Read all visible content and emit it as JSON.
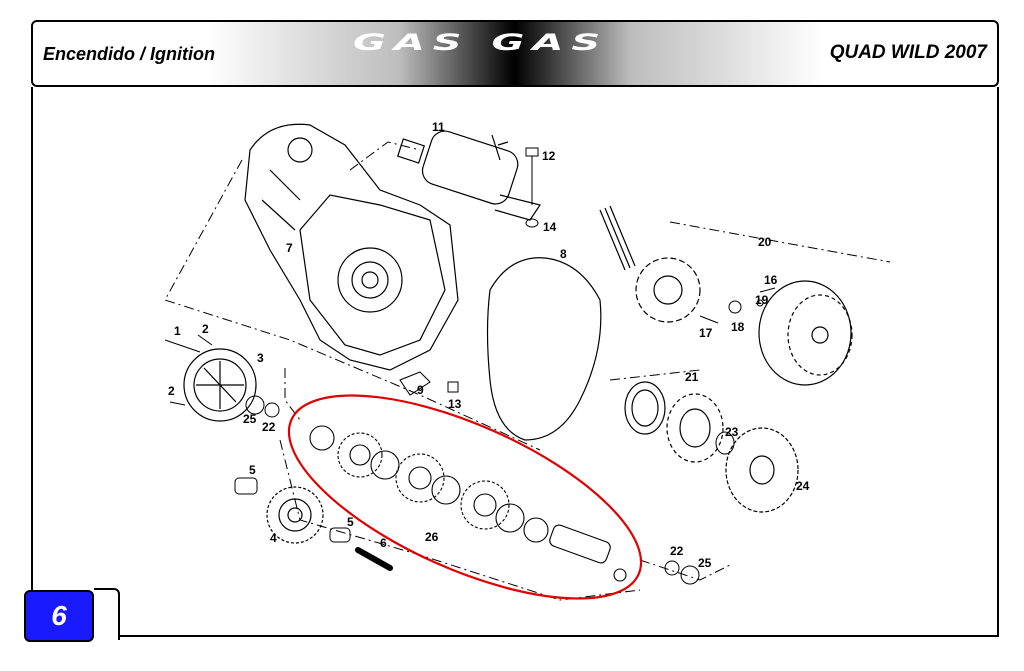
{
  "header": {
    "left_title": "Encendido / Ignition",
    "brand_text": "GAS GAS",
    "right_title": "QUAD WILD 2007"
  },
  "page_number": "6",
  "colors": {
    "page_badge": "#1a1aff",
    "highlight_ellipse": "#e00000"
  },
  "part_labels": [
    "1",
    "2",
    "3",
    "2",
    "25",
    "22",
    "5",
    "4",
    "5",
    "6",
    "26",
    "7",
    "8",
    "9",
    "13",
    "11",
    "12",
    "14",
    "20",
    "16",
    "19",
    "18",
    "17",
    "21",
    "23",
    "24",
    "22",
    "25"
  ]
}
